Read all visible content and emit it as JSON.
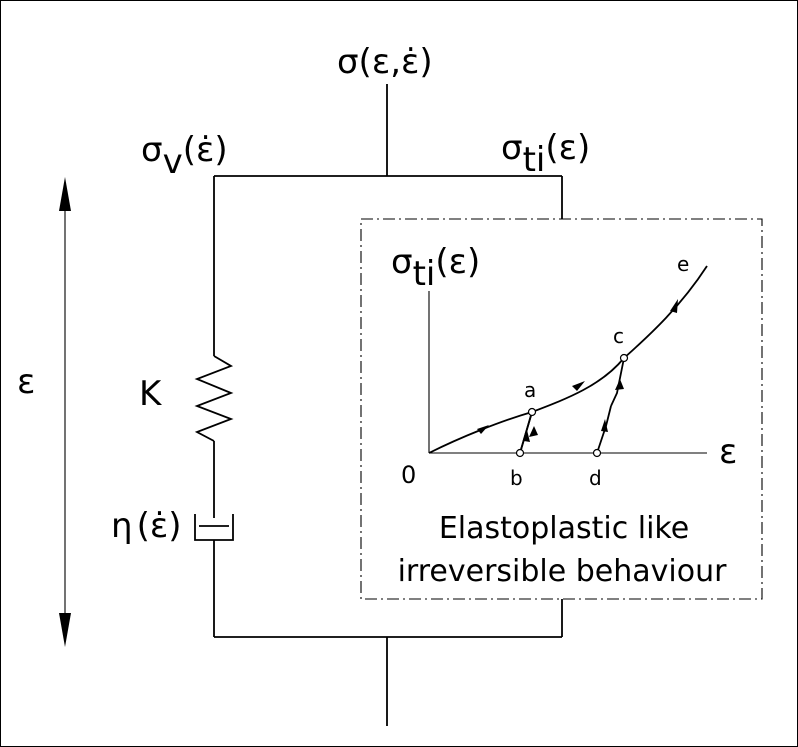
{
  "labels": {
    "total_stress": "σ(ε,ε̇)",
    "viscous_stress": "σv(ε̇)",
    "viscous_sigma": "σ",
    "viscous_sub": "v",
    "viscous_arg": "(ε̇)",
    "ti_sigma": "σ",
    "ti_sub": "ti",
    "ti_arg": "(ε)",
    "strain": "ε",
    "spring": "K",
    "dashpot_eta": "η",
    "dashpot_arg": "(ε̇)"
  },
  "inset": {
    "y_sigma": "σ",
    "y_sub": "ti",
    "y_arg": "(ε)",
    "x_label": "ε",
    "origin": "0",
    "points": {
      "a": "a",
      "b": "b",
      "c": "c",
      "d": "d",
      "e": "e"
    },
    "caption_line1": "Elastoplastic like",
    "caption_line2": "irreversible behaviour"
  }
}
